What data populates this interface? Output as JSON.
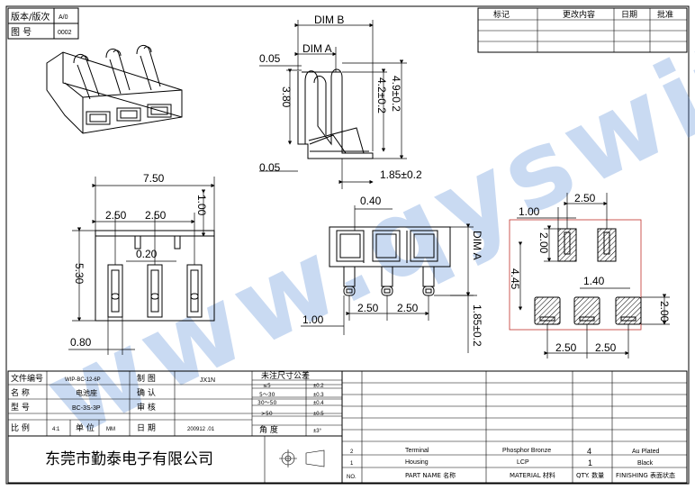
{
  "title_block_top_left": {
    "version_label": "版本/版次",
    "version_value": "A/0",
    "drawing_no_label": "图 号",
    "drawing_no_value": "0002"
  },
  "revision_table": {
    "headers": [
      "标记",
      "更改内容",
      "日期",
      "批准"
    ]
  },
  "dimensions": {
    "dim_b": "DIM B",
    "dim_a": "DIM A",
    "dim_a_vertical": "DIM A",
    "d_005_top": "0.05",
    "d_005_bottom": "0.05",
    "d_380": "3.80",
    "d_42": "4.2±0.2",
    "d_49": "4.9±0.2",
    "d_185_side": "1.85±0.2",
    "d_040": "0.40",
    "d_750": "7.50",
    "d_250_a": "2.50",
    "d_250_b": "2.50",
    "d_100_front": "1.00",
    "d_020": "0.20",
    "d_530": "5.30",
    "d_080": "0.80",
    "d_100_rear": "1.00",
    "d_250_rear_a": "2.50",
    "d_250_rear_b": "2.50",
    "d_185_rear": "1.85±0.2",
    "d_250_pcb_top": "2.50",
    "d_100_pcb": "1.00",
    "d_200_pcb_left": "2.00",
    "d_445": "4.45",
    "d_140": "1.40",
    "d_200_pcb_right": "2.00",
    "d_250_pcb_a": "2.50",
    "d_250_pcb_b": "2.50"
  },
  "watermark": "www.qyswitch.com",
  "info_block": {
    "rows": [
      {
        "label": "文件编号",
        "value": "WIP-BC-12-6P",
        "label2": "制 图",
        "value2": "JX1N"
      },
      {
        "label": "名 称",
        "value": "电池座",
        "label2": "确 认",
        "value2": ""
      },
      {
        "label": "型 号",
        "value": "BC-3S-3P",
        "label2": "审 核",
        "value2": ""
      },
      {
        "label": "比 例",
        "value": "4:1",
        "label_unit": "单 位",
        "unit": "MM",
        "label2": "日 期",
        "value2": "200912 .01"
      }
    ]
  },
  "tolerance": {
    "header": "未注尺寸公差",
    "rows": [
      {
        "range": "≤5",
        "tol": "±0.2"
      },
      {
        "range": "5～30",
        "tol": "±0.3"
      },
      {
        "range": "30～50",
        "tol": "±0.4"
      },
      {
        "range": ">50",
        "tol": "±0.5"
      }
    ],
    "angle_label": "角 度",
    "angle_value": "±3°"
  },
  "company": "东莞市勤泰电子有限公司",
  "bom": {
    "rows": [
      {
        "no": "2",
        "part": "Terminal",
        "material": "Phosphor Bronze",
        "qty": "4",
        "finish": "Au Plated"
      },
      {
        "no": "1",
        "part": "Housing",
        "material": "LCP",
        "qty": "1",
        "finish": "Black"
      }
    ],
    "headers": {
      "no": "NO.",
      "part": "PART NAME 名称",
      "material": "MATERIAL 材料",
      "qty": "QTY. 数量",
      "finish": "FINISHING 表面状态"
    }
  }
}
